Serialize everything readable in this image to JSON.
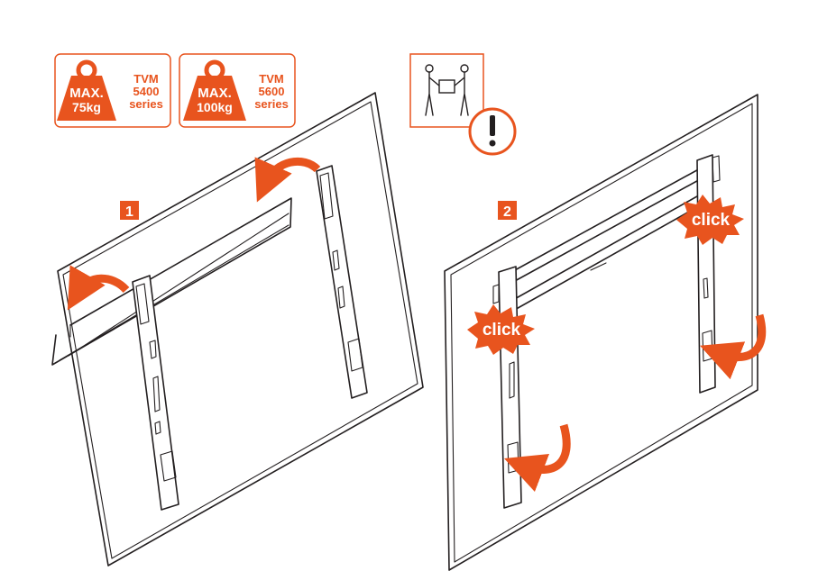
{
  "colors": {
    "accent": "#e8541e",
    "line": "#231f20",
    "background": "#ffffff"
  },
  "badges": [
    {
      "max_label": "MAX.",
      "weight": "75kg",
      "model_line1": "TVM",
      "model_line2": "5400",
      "model_line3": "series",
      "icon": "weight-icon"
    },
    {
      "max_label": "MAX.",
      "weight": "100kg",
      "model_line1": "TVM",
      "model_line2": "5600",
      "model_line3": "series",
      "icon": "weight-icon"
    }
  ],
  "warning": {
    "icons": [
      "two-person-lift-icon",
      "exclamation-icon"
    ]
  },
  "steps": [
    {
      "number": "1"
    },
    {
      "number": "2",
      "callout_left": "click",
      "callout_right": "click"
    }
  ]
}
